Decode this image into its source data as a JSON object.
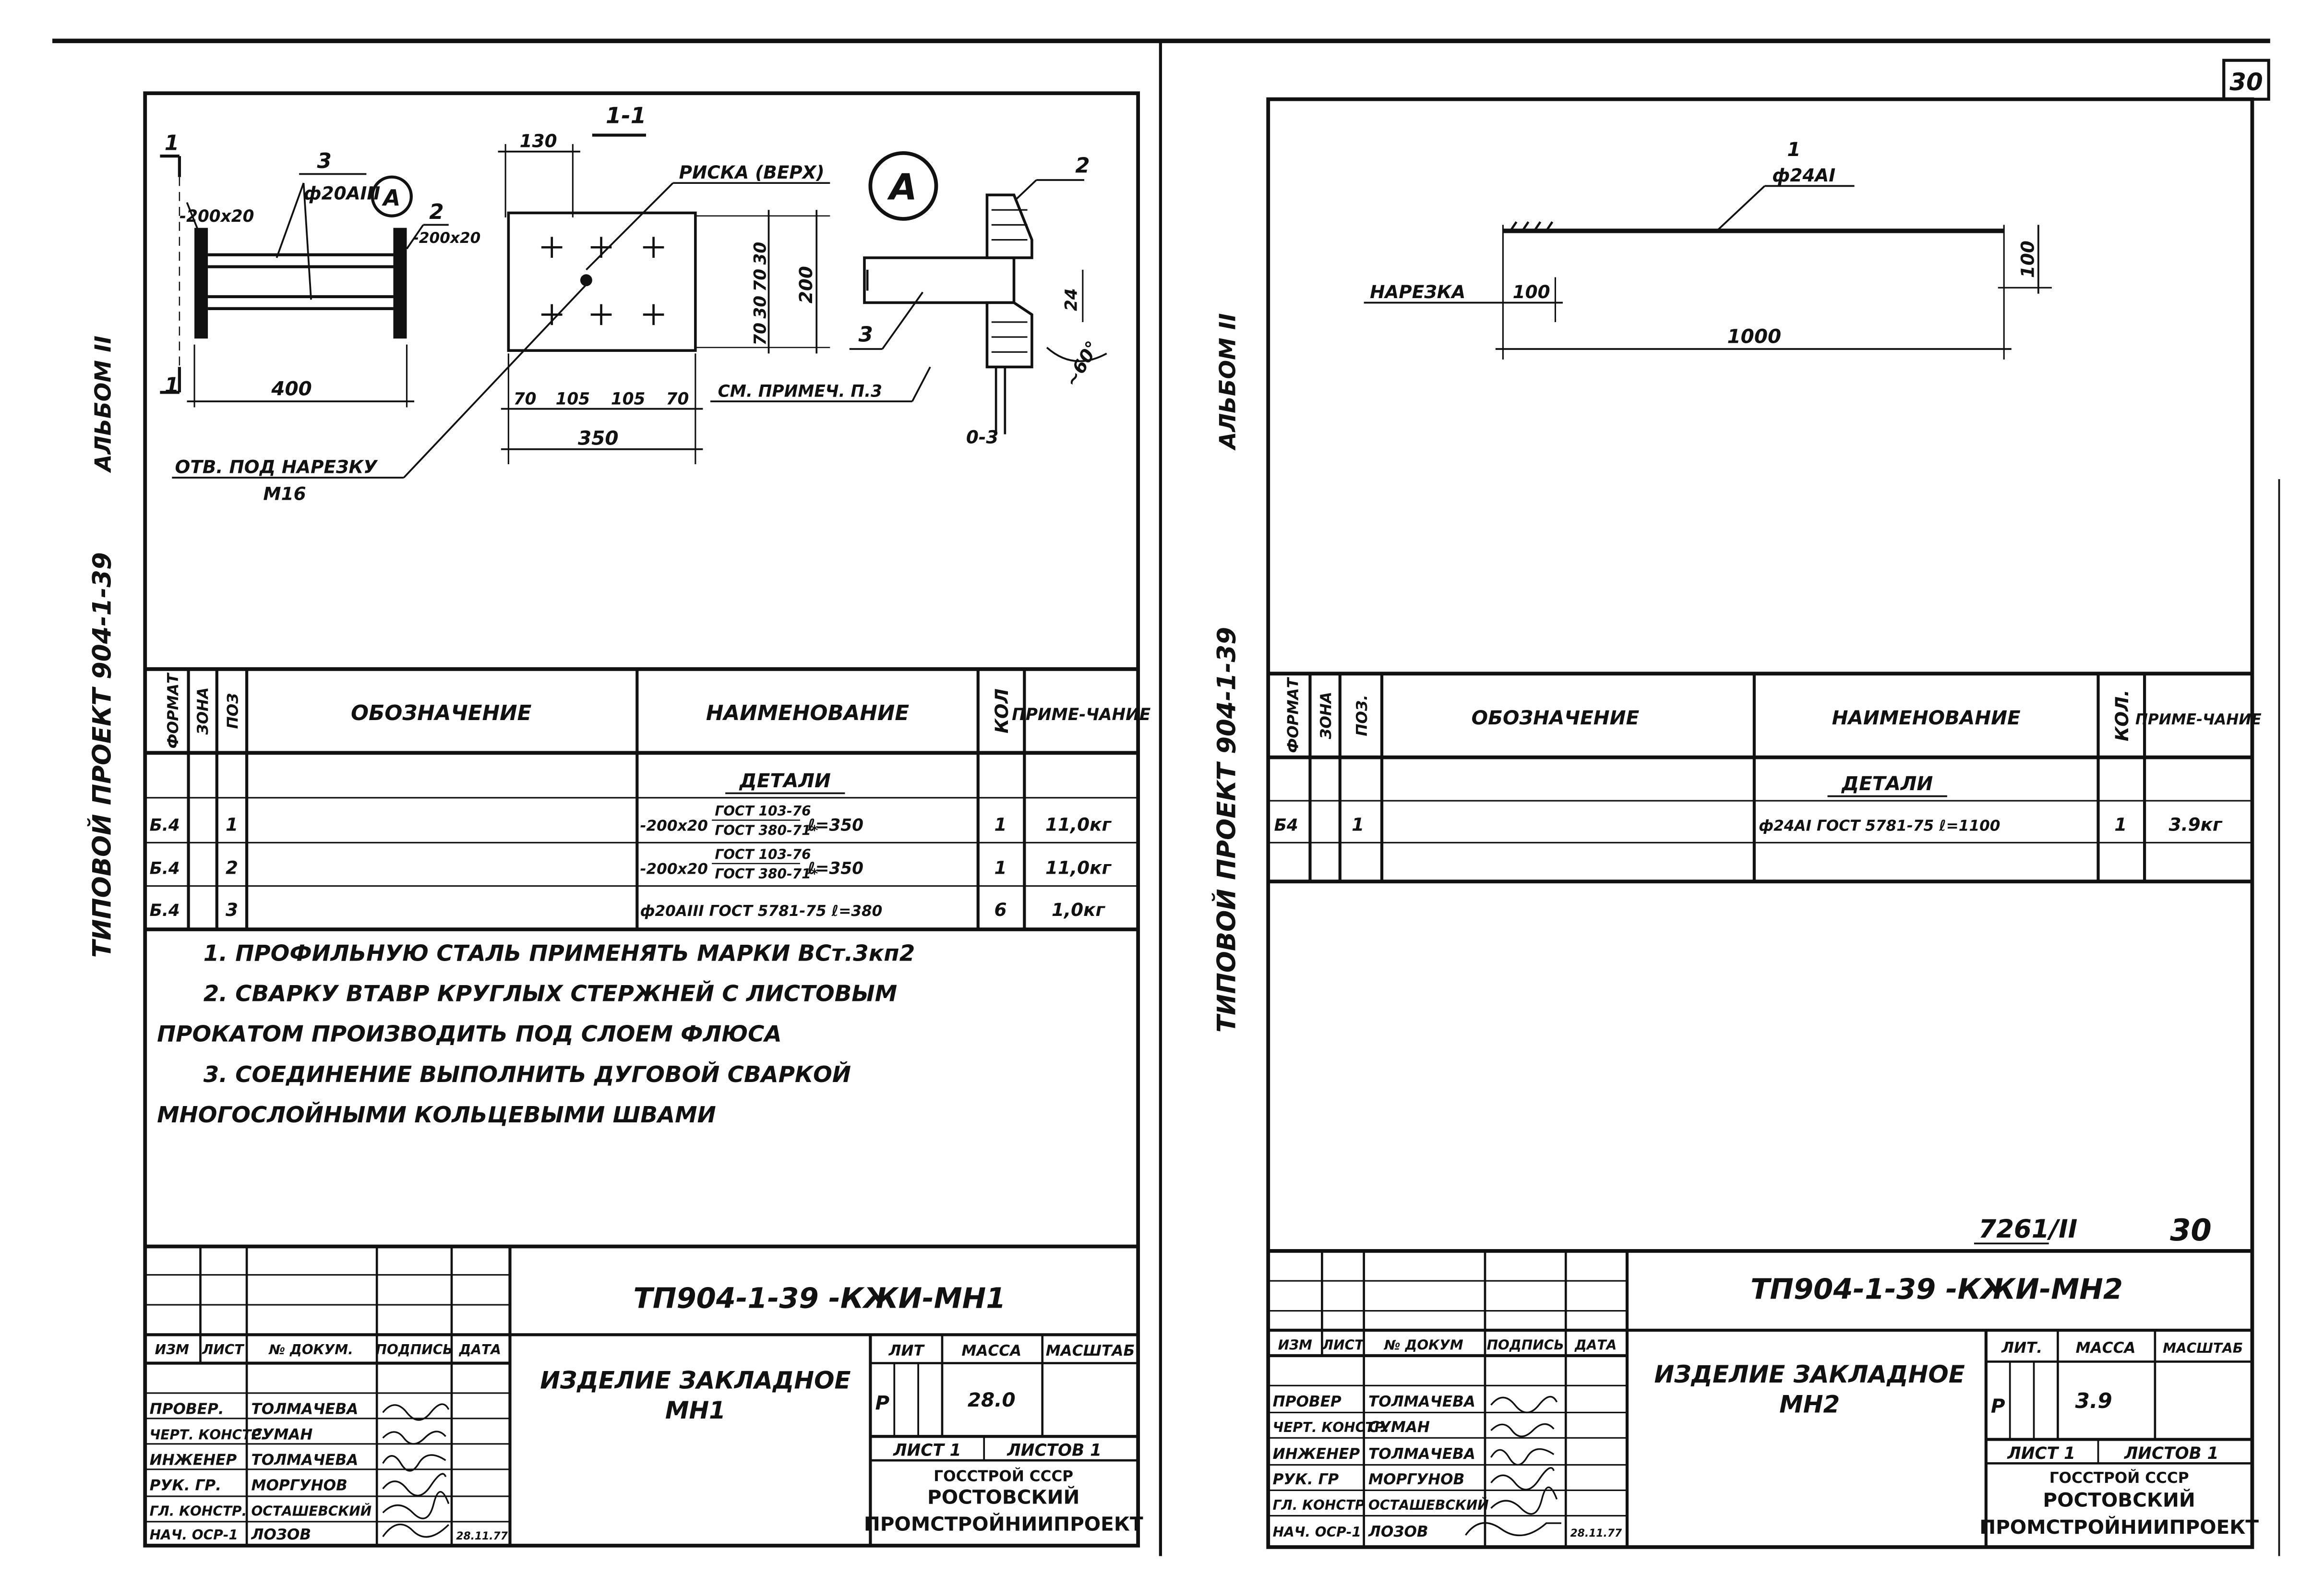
{
  "sheet_number": "30",
  "left": {
    "album": "АЛЬБОМ II",
    "project": "ТИПОВОЙ ПРОЕКТ 904-1-39",
    "drawing": {
      "view_mark": "1",
      "section_label": "1-1",
      "plate_left": "-200x20",
      "bar": "ф20АIII",
      "pos_3": "3",
      "pos_2": "2",
      "plate_right": "-200x20",
      "callout_a": "А",
      "dim_400": "400",
      "hole_note": "ОТВ. ПОД НАРЕЗКУ",
      "hole_thread": "М16",
      "dim_130": "130",
      "risk_label": "РИСКА (ВЕРХ)",
      "dim_200": "200",
      "dims_vert": [
        "30",
        "70",
        "30",
        "70"
      ],
      "dims_bottom": [
        "70",
        "105",
        "105",
        "70"
      ],
      "dim_350": "350",
      "see_note": "СМ. ПРИМЕЧ. П.3",
      "detail_a": "А",
      "detail_pos2": "2",
      "detail_pos3": "3",
      "detail_24": "24",
      "detail_angle": "~60°",
      "detail_gap": "0-3"
    },
    "table": {
      "headers": [
        "ФОРМАТ",
        "ЗОНА",
        "ПОЗ",
        "ОБОЗНАЧЕНИЕ",
        "НАИМЕНОВАНИЕ",
        "КОЛ",
        "ПРИМЕ-ЧАНИЕ"
      ],
      "section": "ДЕТАЛИ",
      "rows": [
        {
          "format": "Б.4",
          "pos": "1",
          "name_a": "-200x20",
          "name_b": "ГОСТ 103-76",
          "name_c": "ГОСТ 380-71*",
          "name_d": "ℓ=350",
          "qty": "1",
          "note": "11,0кг"
        },
        {
          "format": "Б.4",
          "pos": "2",
          "name_a": "-200x20",
          "name_b": "ГОСТ 103-76",
          "name_c": "ГОСТ 380-71*",
          "name_d": "ℓ=350",
          "qty": "1",
          "note": "11,0кг"
        },
        {
          "format": "Б.4",
          "pos": "3",
          "name_full": "ф20АIII ГОСТ 5781-75 ℓ=380",
          "qty": "6",
          "note": "1,0кг"
        }
      ]
    },
    "notes": [
      "1. ПРОФИЛЬНУЮ СТАЛЬ ПРИМЕНЯТЬ МАРКИ ВСт.3кп2",
      "2. СВАРКУ ВТАВР КРУГЛЫХ СТЕРЖНЕЙ С ЛИСТОВЫМ",
      "ПРОКАТОМ ПРОИЗВОДИТЬ ПОД СЛОЕМ ФЛЮСА",
      "3. СОЕДИНЕНИЕ ВЫПОЛНИТЬ ДУГОВОЙ СВАРКОЙ",
      "МНОГОСЛОЙНЫМИ КОЛЬЦЕВЫМИ ШВАМИ"
    ],
    "title_block": {
      "code": "ТП904-1-39 -КЖИ-МН1",
      "col_headers": [
        "ИЗМ",
        "ЛИСТ",
        "№ ДОКУМ.",
        "ПОДПИСЬ",
        "ДАТА"
      ],
      "roles": [
        "ПРОВЕР.",
        "ЧЕРТ. КОНСТР.",
        "ИНЖЕНЕР",
        "РУК. ГР.",
        "ГЛ. КОНСТР.",
        "НАЧ. ОСР-1"
      ],
      "names": [
        "ТОЛМАЧЕВА",
        "СУМАН",
        "ТОЛМАЧЕВА",
        "МОРГУНОВ",
        "ОСТАШЕВСКИЙ",
        "ЛОЗОВ"
      ],
      "date": "28.11.77",
      "item_name": "ИЗДЕЛИЕ ЗАКЛАДНОЕ",
      "item_code": "МН1",
      "lit_label": "ЛИТ",
      "mass_label": "МАССА",
      "scale_label": "МАСШТАБ",
      "lit": "Р",
      "mass": "28.0",
      "sheet_label": "ЛИСТ 1",
      "sheets_label": "ЛИСТОВ 1",
      "org_1": "ГОССТРОЙ СССР",
      "org_2": "РОСТОВСКИЙ",
      "org_3": "ПРОМСТРОЙНИИПРОЕКТ"
    }
  },
  "right": {
    "album": "АЛЬБОМ II",
    "project": "ТИПОВОЙ ПРОЕКТ 904-1-39",
    "drawing": {
      "pos": "1",
      "bar": "ф24АI",
      "thread_label": "НАРЕЗКА",
      "dim_100_left": "100",
      "dim_100_right": "100",
      "dim_1000": "1000"
    },
    "table": {
      "headers": [
        "ФОРМАТ",
        "ЗОНА",
        "ПОЗ.",
        "ОБОЗНАЧЕНИЕ",
        "НАИМЕНОВАНИЕ",
        "КОЛ.",
        "ПРИМЕ-ЧАНИЕ"
      ],
      "section": "ДЕТАЛИ",
      "rows": [
        {
          "format": "Б4",
          "pos": "1",
          "name_full": "ф24АI ГОСТ 5781-75 ℓ=1100",
          "qty": "1",
          "note": "3.9кг"
        }
      ]
    },
    "inventory": "7261/II",
    "page": "30",
    "title_block": {
      "code": "ТП904-1-39 -КЖИ-МН2",
      "col_headers": [
        "ИЗМ",
        "ЛИСТ",
        "№ ДОКУМ",
        "ПОДПИСЬ",
        "ДАТА"
      ],
      "roles": [
        "ПРОВЕР",
        "ЧЕРТ. КОНСТР.",
        "ИНЖЕНЕР",
        "РУК. ГР",
        "ГЛ. КОНСТР",
        "НАЧ. ОСР-1"
      ],
      "names": [
        "ТОЛМАЧЕВА",
        "СУМАН",
        "ТОЛМАЧЕВА",
        "МОРГУНОВ",
        "ОСТАШЕВСКИЙ",
        "ЛОЗОВ"
      ],
      "date": "28.11.77",
      "item_name": "ИЗДЕЛИЕ ЗАКЛАДНОЕ",
      "item_code": "МН2",
      "lit_label": "ЛИТ.",
      "mass_label": "МАССА",
      "scale_label": "МАСШТАБ",
      "lit": "Р",
      "mass": "3.9",
      "sheet_label": "ЛИСТ 1",
      "sheets_label": "ЛИСТОВ 1",
      "org_1": "ГОССТРОЙ СССР",
      "org_2": "РОСТОВСКИЙ",
      "org_3": "ПРОМСТРОЙНИИПРОЕКТ"
    }
  }
}
